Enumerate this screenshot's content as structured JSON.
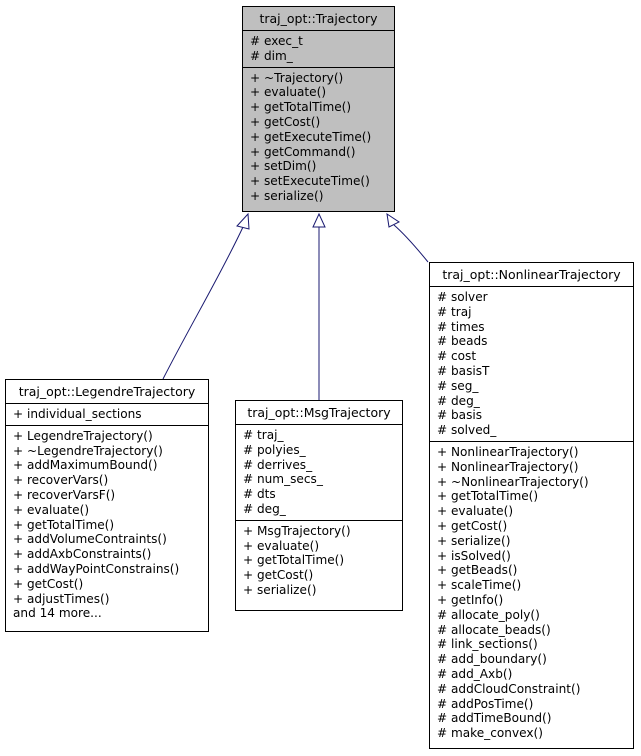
{
  "classes": {
    "trajectory": {
      "name": "traj_opt::Trajectory",
      "attributes": [
        "# exec_t",
        "# dim_"
      ],
      "methods": [
        "+ ~Trajectory()",
        "+ evaluate()",
        "+ getTotalTime()",
        "+ getCost()",
        "+ getExecuteTime()",
        "+ getCommand()",
        "+ setDim()",
        "+ setExecuteTime()",
        "+ serialize()"
      ]
    },
    "legendre": {
      "name": "traj_opt::LegendreTrajectory",
      "attributes": [
        "+ individual_sections"
      ],
      "methods": [
        "+ LegendreTrajectory()",
        "+ ~LegendreTrajectory()",
        "+ addMaximumBound()",
        "+ recoverVars()",
        "+ recoverVarsF()",
        "+ evaluate()",
        "+ getTotalTime()",
        "+ addVolumeContraints()",
        "+ addAxbConstraints()",
        "+ addWayPointConstrains()",
        "+ getCost()",
        "+ adjustTimes()",
        "and 14 more..."
      ]
    },
    "msg": {
      "name": "traj_opt::MsgTrajectory",
      "attributes": [
        "# traj_",
        "# polyies_",
        "# derrives_",
        "# num_secs_",
        "# dts",
        "# deg_"
      ],
      "methods": [
        "+ MsgTrajectory()",
        "+ evaluate()",
        "+ getTotalTime()",
        "+ getCost()",
        "+ serialize()"
      ]
    },
    "nonlinear": {
      "name": "traj_opt::NonlinearTrajectory",
      "attributes": [
        "# solver",
        "# traj",
        "# times",
        "# beads",
        "# cost",
        "# basisT",
        "# seg_",
        "# deg_",
        "# basis",
        "# solved_"
      ],
      "methods": [
        "+ NonlinearTrajectory()",
        "+ NonlinearTrajectory()",
        "+ ~NonlinearTrajectory()",
        "+ getTotalTime()",
        "+ evaluate()",
        "+ getCost()",
        "+ serialize()",
        "+ isSolved()",
        "+ getBeads()",
        "+ scaleTime()",
        "+ getInfo()",
        "# allocate_poly()",
        "# allocate_beads()",
        "# link_sections()",
        "# add_boundary()",
        "# add_Axb()",
        "# addCloudConstraint()",
        "# addPosTime()",
        "# addTimeBound()",
        "# make_convex()"
      ]
    }
  },
  "colors": {
    "edge": "#191970",
    "base_fill": "#bfbfbf",
    "fill": "#ffffff"
  }
}
